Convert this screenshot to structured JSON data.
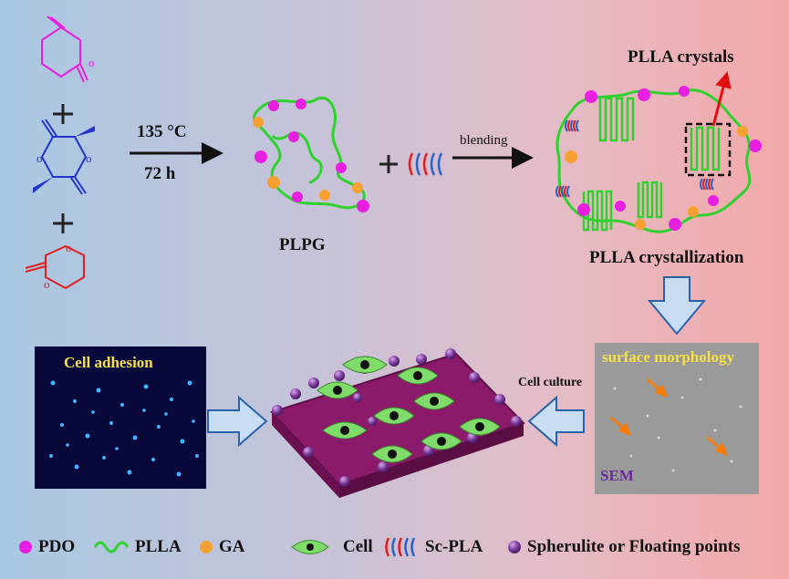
{
  "reaction": {
    "temperature": "135 °C",
    "time": "72 h"
  },
  "labels": {
    "plpg": "PLPG",
    "blending": "blending",
    "plla_crystals": "PLLA crystals",
    "plla_crystallization": "PLLA crystallization",
    "cell_culture": "Cell culture"
  },
  "panels": {
    "cell_adhesion": "Cell adhesion",
    "surface_morphology": "surface morphology",
    "sem": "SEM"
  },
  "legend": {
    "pdo": "PDO",
    "plla": "PLLA",
    "ga": "GA",
    "cell": "Cell",
    "sc_pla": "Sc-PLA",
    "spherulite": "Spherulite or Floating points"
  },
  "colors": {
    "pdo": "#e81ee0",
    "plla": "#2fd12f",
    "ga": "#f5a030",
    "cell": "#7fdc6a",
    "sc_pla_red": "#e02020",
    "sc_pla_blue": "#2a62c8",
    "spherulite": "#7a3a9a",
    "platform": "#8c1a6a",
    "arrow_fill": "#c8dcf2",
    "arrow_stroke": "#2a62a8"
  }
}
